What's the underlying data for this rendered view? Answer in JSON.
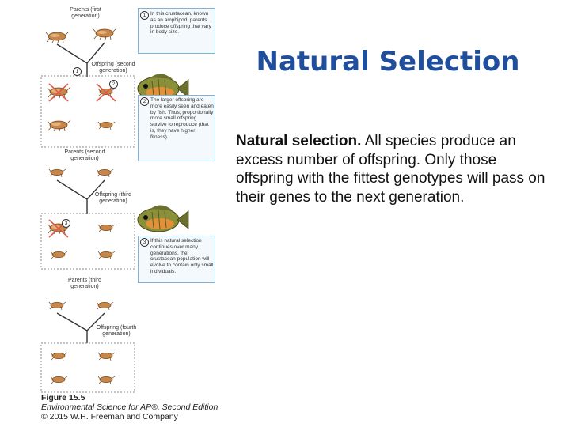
{
  "slide": {
    "title": "Natural Selection",
    "body_lead": "Natural selection.",
    "body_text": " All species produce an excess number of offspring. Only those offspring with the fittest genotypes will pass on their genes to the next generation."
  },
  "figure": {
    "labels": {
      "parents1": "Parents (first generation)",
      "offspring2": "Offspring (second generation)",
      "parents2": "Parents (second generation)",
      "offspring3": "Offspring (third generation)",
      "parents3": "Parents (third generation)",
      "offspring4": "Offspring (fourth generation)"
    },
    "notes": {
      "n1": "In this crustacean, known as an amphipod, parents produce offspring that vary in body size.",
      "n2": "The larger offspring are more easily seen and eaten by fish. Thus, proportionally more small offspring survive to reproduce (that is, they have higher fitness).",
      "n3": "If this natural selection continues over many generations, the crustacean population will evolve to contain only small individuals."
    },
    "numbers": [
      "1",
      "2",
      "3"
    ],
    "caption": {
      "figure_number": "Figure 15.5",
      "book": "Environmental Science for AP®, Second Edition",
      "copyright": "© 2015 W.H. Freeman and Company"
    }
  }
}
